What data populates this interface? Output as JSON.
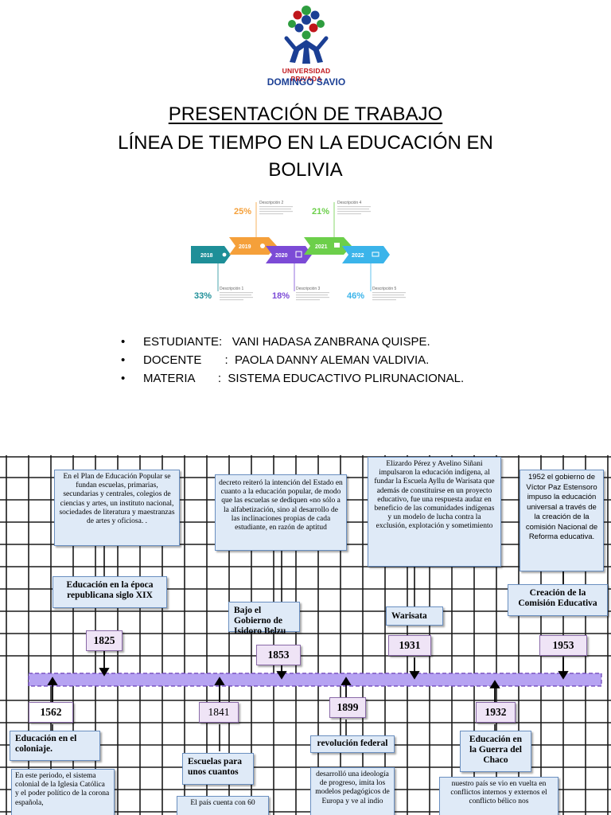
{
  "logo": {
    "line1": "UNIVERSIDAD PRIVADA",
    "line2": "DOMINGO SAVIO",
    "colors": {
      "red": "#c0161b",
      "blue": "#1b3f94",
      "green": "#2e9d3f"
    }
  },
  "title": {
    "line1": "PRESENTACIÓN DE TRABAJO ",
    "line2": "LÍNEA DE TIEMPO EN LA EDUCACIÓN EN",
    "line3": "BOLIVIA"
  },
  "infographic": {
    "steps": [
      {
        "year": "2018",
        "percent": "33%",
        "description": "Descripción 1",
        "color": "#1e8f98"
      },
      {
        "year": "2019",
        "percent": "25%",
        "description": "Descripción 2",
        "color": "#f5a03a"
      },
      {
        "year": "2020",
        "percent": "18%",
        "description": "Descripción 3",
        "color": "#7c4bd6"
      },
      {
        "year": "2021",
        "percent": "21%",
        "description": "Descripción 4",
        "color": "#6ccf4a"
      },
      {
        "year": "2022",
        "percent": "46%",
        "description": "Descripción 5",
        "color": "#3bb4ea"
      }
    ]
  },
  "details": [
    {
      "label": "ESTUDIANTE:",
      "value": "VANI HADASA ZANBRANA QUISPE."
    },
    {
      "label": "DOCENTE",
      "value": ":  PAOLA DANNY ALEMAN VALDIVIA."
    },
    {
      "label": "MATERIA",
      "value": ":  SISTEMA EDUCACTIVO PLIRUNACIONAL."
    }
  ],
  "timeline": {
    "axis_color": "#b6a3f2",
    "top_events": [
      {
        "year": "1825",
        "label": "Educación en la época republicana siglo XIX",
        "text": "En el Plan de Educación Popular se fundan escuelas, primarias, secundarias y centrales, colegios de ciencias y artes, un instituto nacional, sociedades de literatura y maestranzas de artes y oficiosa. ."
      },
      {
        "year": "1853",
        "label": "Bajo el Gobierno de Isidoro Belzu",
        "text": "decreto reiteró la intención del Estado en cuanto a la educación popular, de modo que las escuelas se dediquen «no sólo a la alfabetización, sino al desarrollo de las inclinaciones propias de cada estudiante, en razón de aptitud"
      },
      {
        "year": "1931",
        "label": "Warisata",
        "text": "Elizardo Pérez y Avelino Siñani impulsaron la educación indígena, al fundar la Escuela Ayllu de Warisata que además de constituirse en un proyecto educativo, fue una respuesta audaz en beneficio de las comunidades indígenas y un modelo de lucha contra la exclusión, explotación y sometimiento"
      },
      {
        "year": "1953",
        "label": "Creación de la Comisión Educativa",
        "text": "1952 el gobierno de Víctor Paz Estensoro impuso la educación universal a través de la creación de la comisión Nacional de Reforma educativa."
      }
    ],
    "bottom_events": [
      {
        "year": "1562",
        "label": "Educación en el coloniaje.",
        "text": "En este periodo, el sistema colonial de la Iglesia Católica y el poder político de la corona española,"
      },
      {
        "year": "1841",
        "label": "Escuelas para unos cuantos",
        "text": "El país cuenta con 60"
      },
      {
        "year": "1899",
        "label": "revolución federal",
        "text": "desarrolló una ideología de progreso, imita los modelos pedagógicos de Europa y ve al indio"
      },
      {
        "year": "1932",
        "label": "Educación en la Guerra del Chaco",
        "text": "nuestro país se vio en vuelta en conflictos internos y externos el conflicto bélico nos"
      }
    ]
  }
}
